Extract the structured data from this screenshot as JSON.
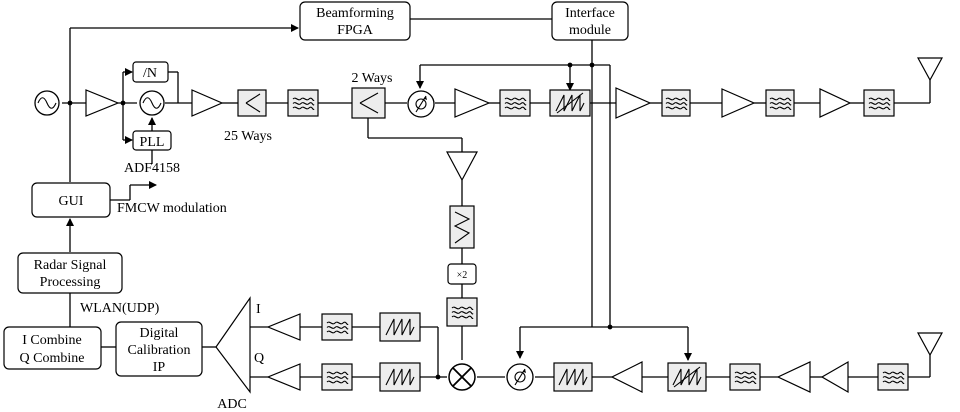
{
  "labels": {
    "beamforming_line1": "Beamforming",
    "beamforming_line2": "FPGA",
    "interface_line1": "Interface",
    "interface_line2": "module",
    "divider": "/N",
    "pll": "PLL",
    "adf": "ADF4158",
    "ways25": "25 Ways",
    "ways2": "2 Ways",
    "gui": "GUI",
    "fmcw": "FMCW modulation",
    "radar_line1": "Radar Signal",
    "radar_line2": "Processing",
    "wlan": "WLAN(UDP)",
    "combine_line1": "I Combine",
    "combine_line2": "Q Combine",
    "calib_line1": "Digital",
    "calib_line2": "Calibration",
    "calib_line3": "IP",
    "adc": "ADC",
    "i_label": "I",
    "q_label": "Q",
    "doubler": "×2"
  }
}
